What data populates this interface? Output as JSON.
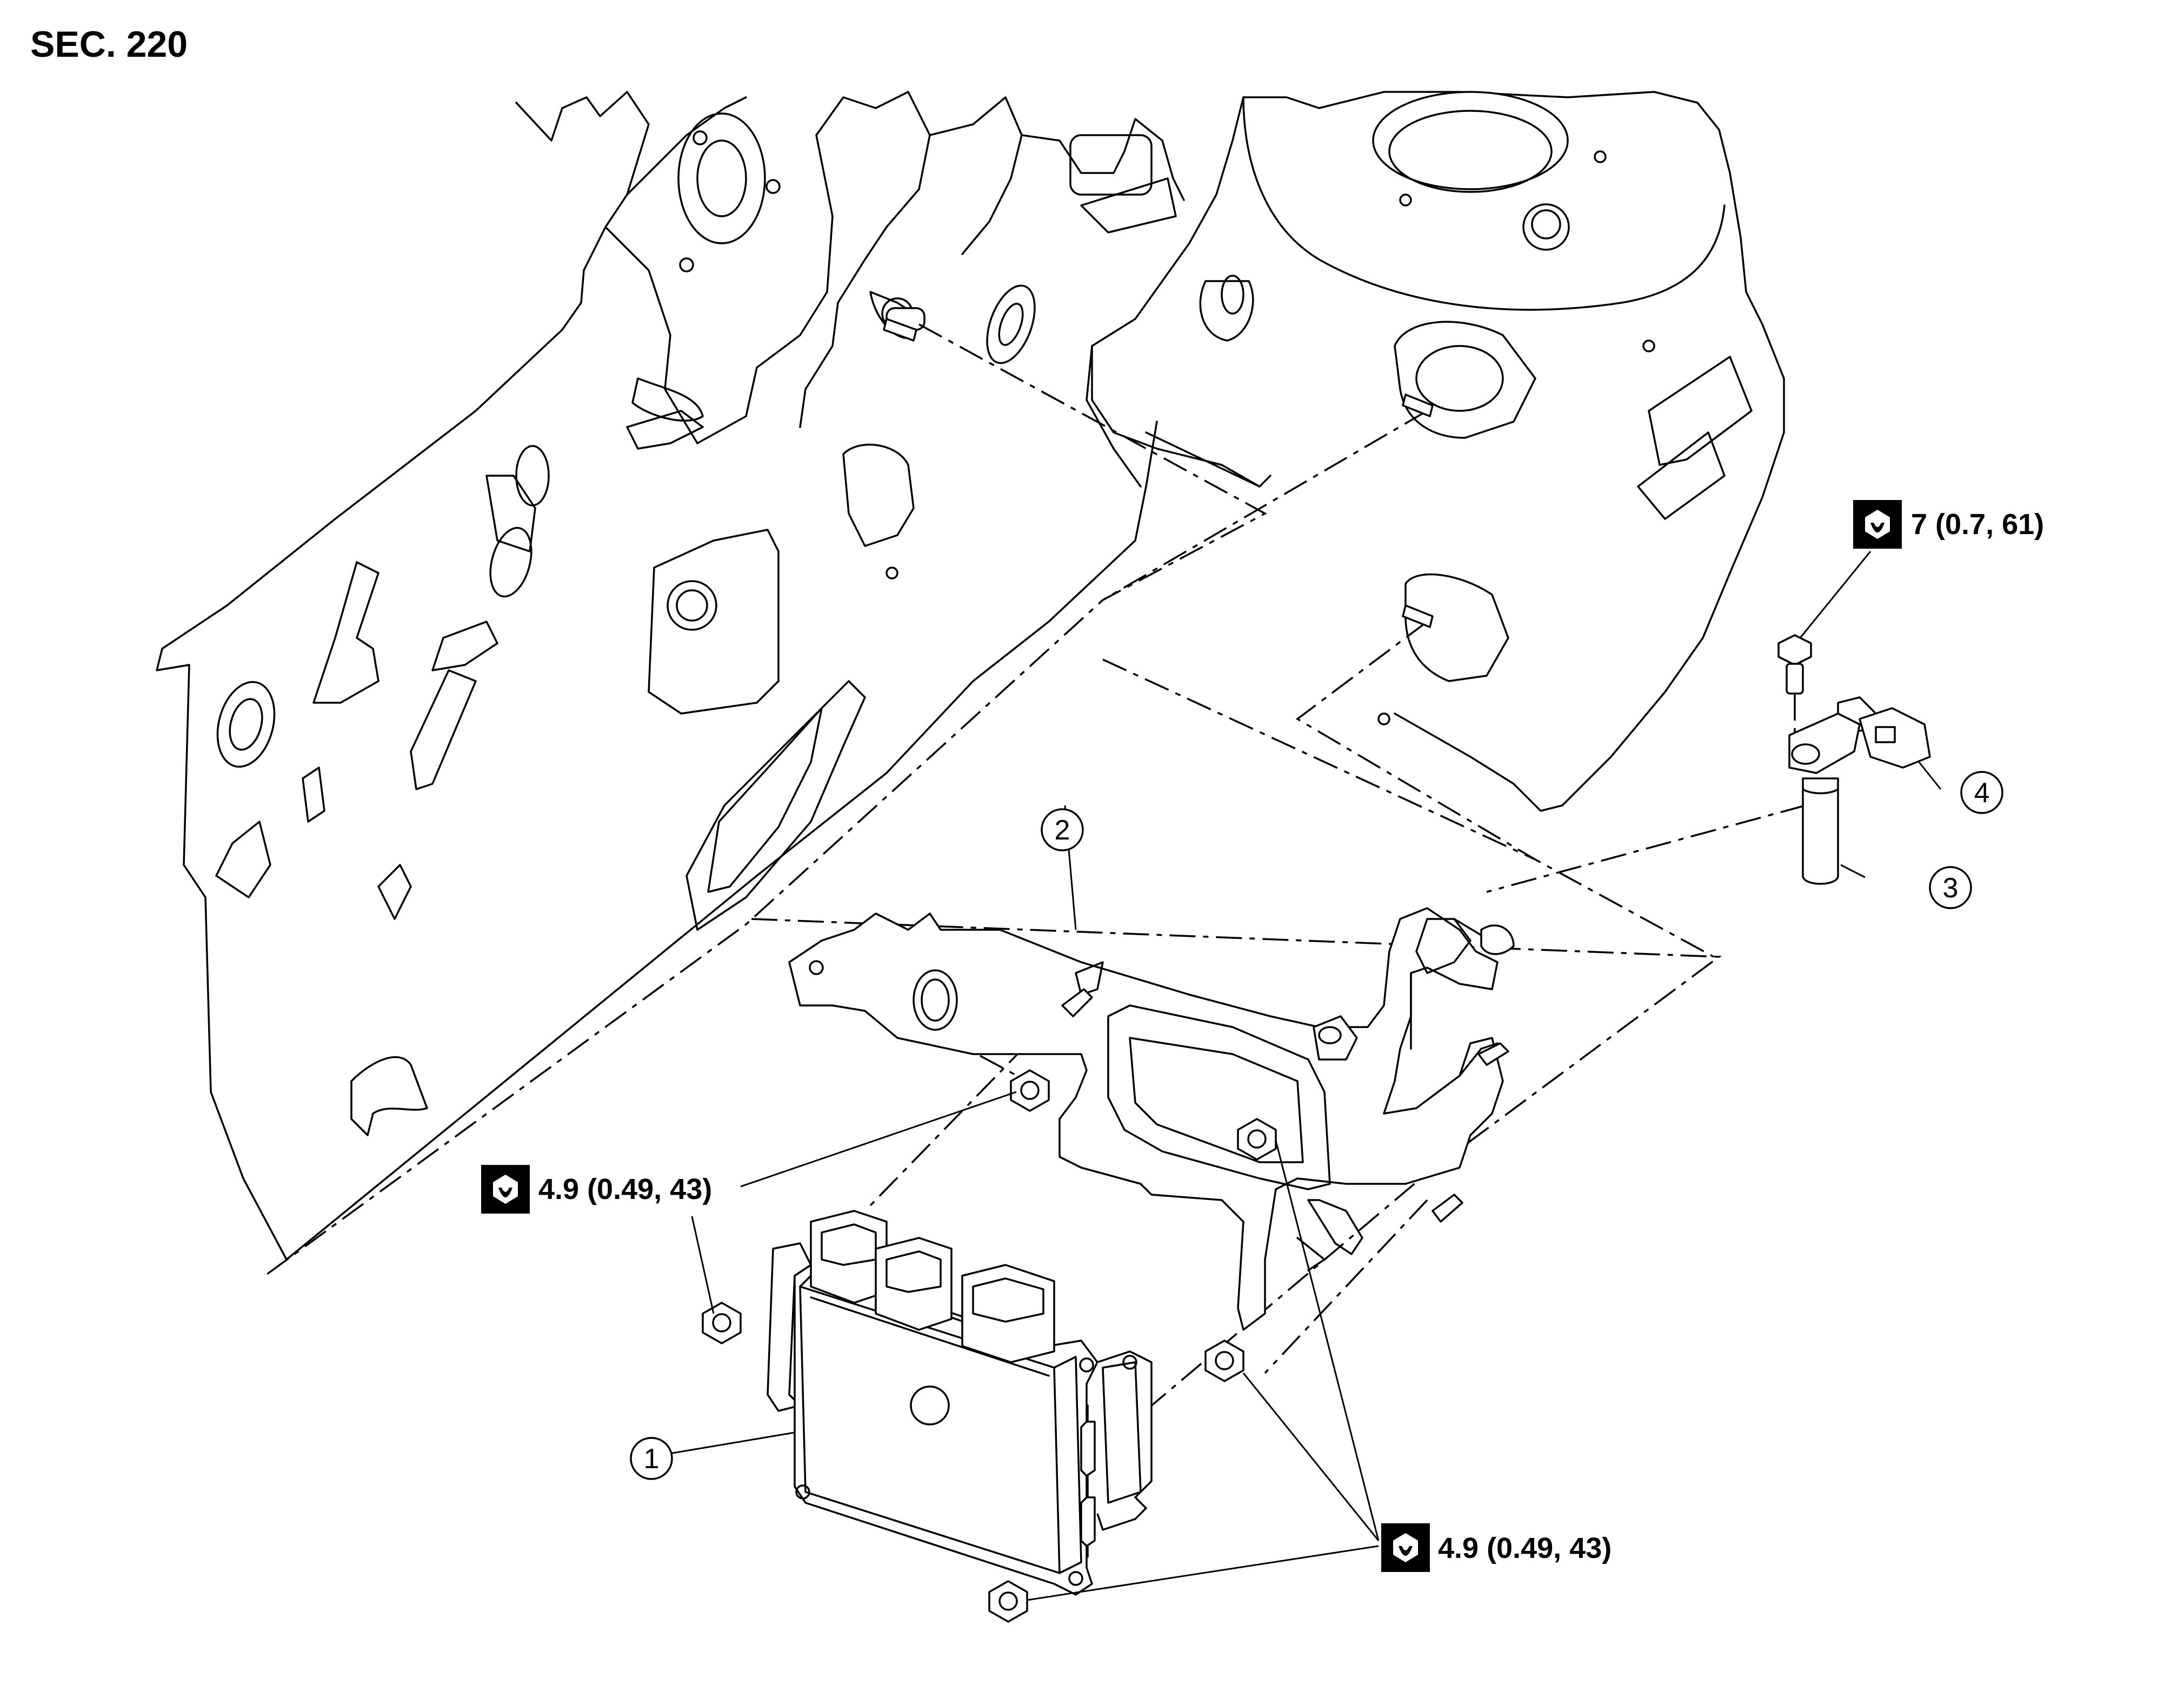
{
  "section_label": "SEC. 220",
  "callouts": [
    {
      "id": "1",
      "text": "1"
    },
    {
      "id": "2",
      "text": "2"
    },
    {
      "id": "3",
      "text": "3"
    },
    {
      "id": "4",
      "text": "4"
    }
  ],
  "torque_specs": {
    "sensor_bolt": "7 (0.7, 61)",
    "ecm_nut_left": "4.9 (0.49, 43)",
    "ecm_nuts_right": "4.9 (0.49, 43)"
  },
  "icons": {
    "torque": "torque-wrench-icon"
  }
}
